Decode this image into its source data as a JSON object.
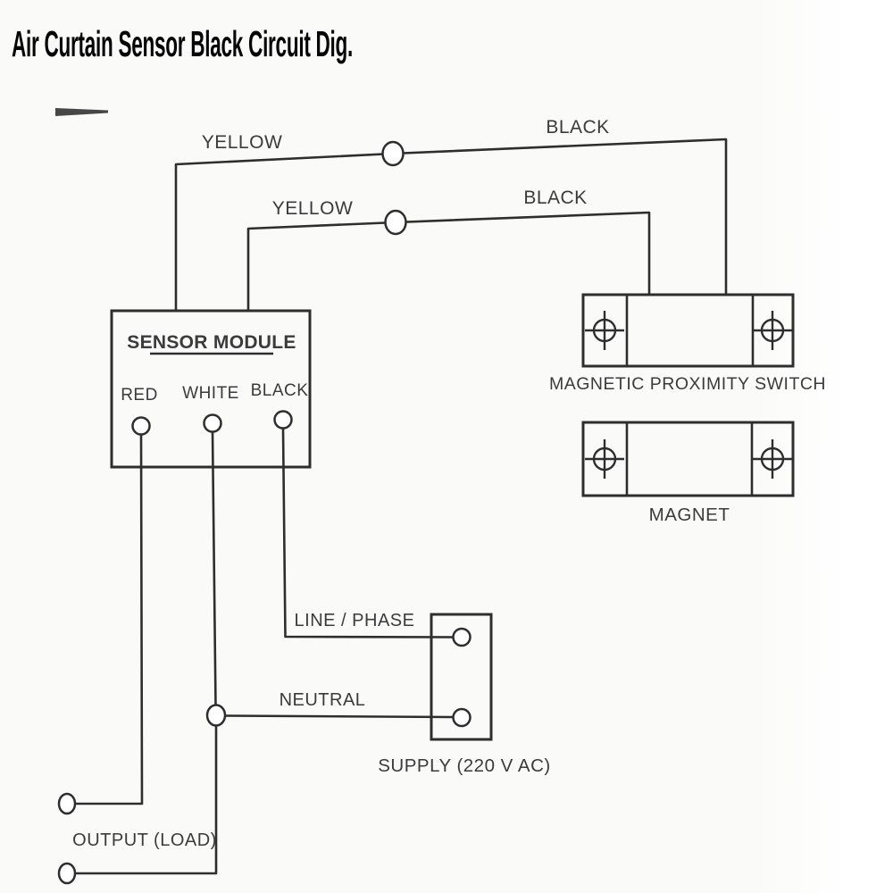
{
  "title": "Air Curtain Sensor Black Circuit Dig.",
  "wires": {
    "top_wire": {
      "yellow_label": "YELLOW",
      "black_label": "BLACK"
    },
    "second_wire": {
      "yellow_label": "YELLOW",
      "black_label": "BLACK"
    }
  },
  "sensor_module": {
    "title": "SENSOR MODULE",
    "terminals": [
      {
        "label": "RED"
      },
      {
        "label": "WHITE"
      },
      {
        "label": "BLACK"
      }
    ]
  },
  "proximity_switch": {
    "label": "MAGNETIC PROXIMITY SWITCH"
  },
  "magnet": {
    "label": "MAGNET"
  },
  "supply": {
    "line_label": "LINE / PHASE",
    "neutral_label": "NEUTRAL",
    "label": "SUPPLY (220 V AC)"
  },
  "output": {
    "label": "OUTPUT (LOAD)"
  },
  "colors": {
    "wire": "#2e2e2e",
    "label_text": "#3b3b3b",
    "title_text": "#050505",
    "background": "#fafaf8"
  }
}
